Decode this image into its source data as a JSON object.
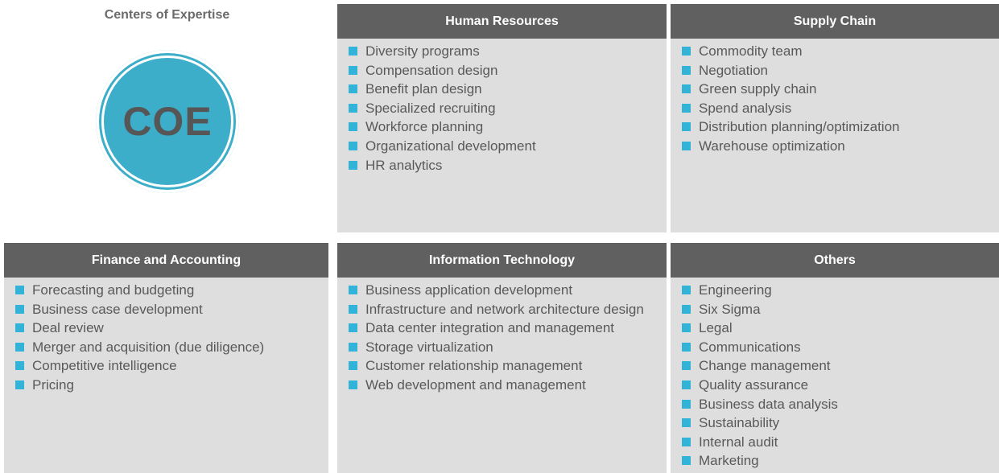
{
  "coe": {
    "title": "Centers of Expertise",
    "logo_text": "COE"
  },
  "panels": {
    "hr": {
      "title": "Human Resources",
      "items": [
        "Diversity programs",
        "Compensation design",
        "Benefit plan design",
        "Specialized recruiting",
        "Workforce planning",
        "Organizational development",
        "HR analytics"
      ]
    },
    "sc": {
      "title": "Supply Chain",
      "items": [
        "Commodity team",
        "Negotiation",
        "Green supply chain",
        "Spend analysis",
        "Distribution planning/optimization",
        "Warehouse optimization"
      ]
    },
    "fa": {
      "title": "Finance and Accounting",
      "items": [
        "Forecasting and budgeting",
        "Business case development",
        "Deal review",
        "Merger and acquisition (due diligence)",
        "Competitive intelligence",
        "Pricing"
      ]
    },
    "it": {
      "title": "Information Technology",
      "items": [
        "Business application development",
        "Infrastructure and network architecture design",
        "Data center integration and management",
        "Storage virtualization",
        "Customer relationship management",
        "Web development and management"
      ]
    },
    "ot": {
      "title": "Others",
      "items": [
        "Engineering",
        "Six Sigma",
        "Legal",
        "Communications",
        "Change management",
        "Quality assurance",
        "Business data analysis",
        "Sustainability",
        "Internal audit",
        "Marketing"
      ]
    }
  },
  "colors": {
    "header_bg": "#606060",
    "panel_bg": "#dedede",
    "bullet": "#32b3d8",
    "logo": "#3caec9"
  }
}
